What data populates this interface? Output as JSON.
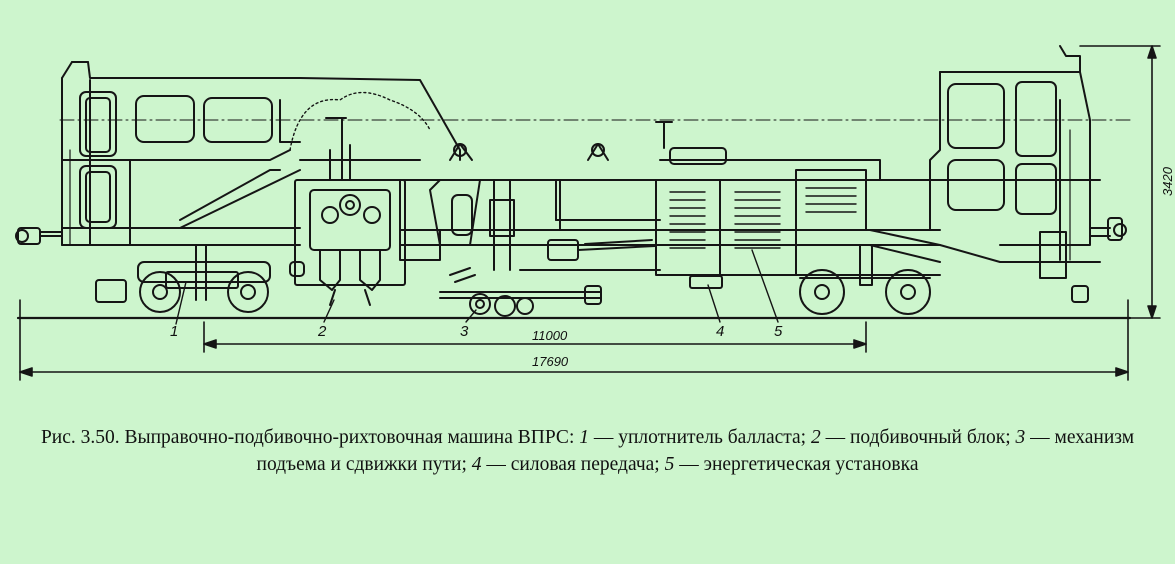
{
  "labels": {
    "l1": "1",
    "l2": "2",
    "l3": "3",
    "l4": "4",
    "l5": "5"
  },
  "dimensions": {
    "d_wheelbase": "11000",
    "d_total_length": "17690",
    "d_height": "3420"
  },
  "caption": {
    "prefix": "Рис. 3.50. Выправочно-подбивочно-рихтовочная машина ВПРС: ",
    "n1": "1",
    "t1": " — уплотнитель балласта; ",
    "n2": "2",
    "t2": " — подбивочный блок; ",
    "n3": "3",
    "t3": " — механизм подъема и сдвижки пути; ",
    "n4": "4",
    "t4": " — силовая передача; ",
    "n5": "5",
    "t5": " — энергетическая установка"
  },
  "colors": {
    "background": "#cdf5cd",
    "line": "#151515"
  }
}
